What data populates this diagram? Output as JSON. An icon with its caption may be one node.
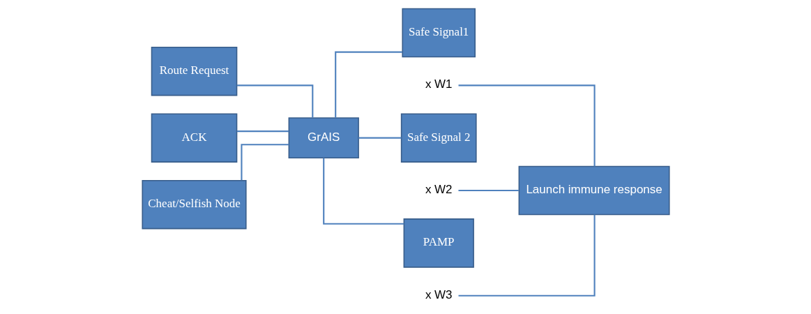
{
  "diagram": {
    "nodes": [
      {
        "text": [
          "Route Request"
        ]
      },
      {
        "text": [
          "ACK"
        ]
      },
      {
        "text": [
          "Cheat/Selfish Node"
        ]
      },
      {
        "text": [
          "GrAIS"
        ]
      },
      {
        "text": [
          "Safe Signal1"
        ]
      },
      {
        "text": [
          "Safe Signal 2"
        ]
      },
      {
        "text": [
          "PAMP"
        ]
      },
      {
        "text": [
          "x W1"
        ]
      },
      {
        "text": [
          "x W2"
        ]
      },
      {
        "text": [
          "x W3"
        ]
      },
      {
        "text": [
          "Launch immune response"
        ]
      }
    ],
    "edges": [
      {
        "from": 0,
        "to": 3,
        "arrow": "none"
      },
      {
        "from": 1,
        "to": 3,
        "arrow": "none"
      },
      {
        "from": 2,
        "to": 3,
        "arrow": "none"
      },
      {
        "from": 3,
        "to": 4,
        "arrow": "none"
      },
      {
        "from": 3,
        "to": 5,
        "arrow": "none"
      },
      {
        "from": 3,
        "to": 6,
        "arrow": "none"
      },
      {
        "from": 7,
        "to": 10,
        "arrow": "none"
      },
      {
        "from": 8,
        "to": 10,
        "arrow": "none"
      },
      {
        "from": 9,
        "to": 10,
        "arrow": "none"
      }
    ]
  }
}
